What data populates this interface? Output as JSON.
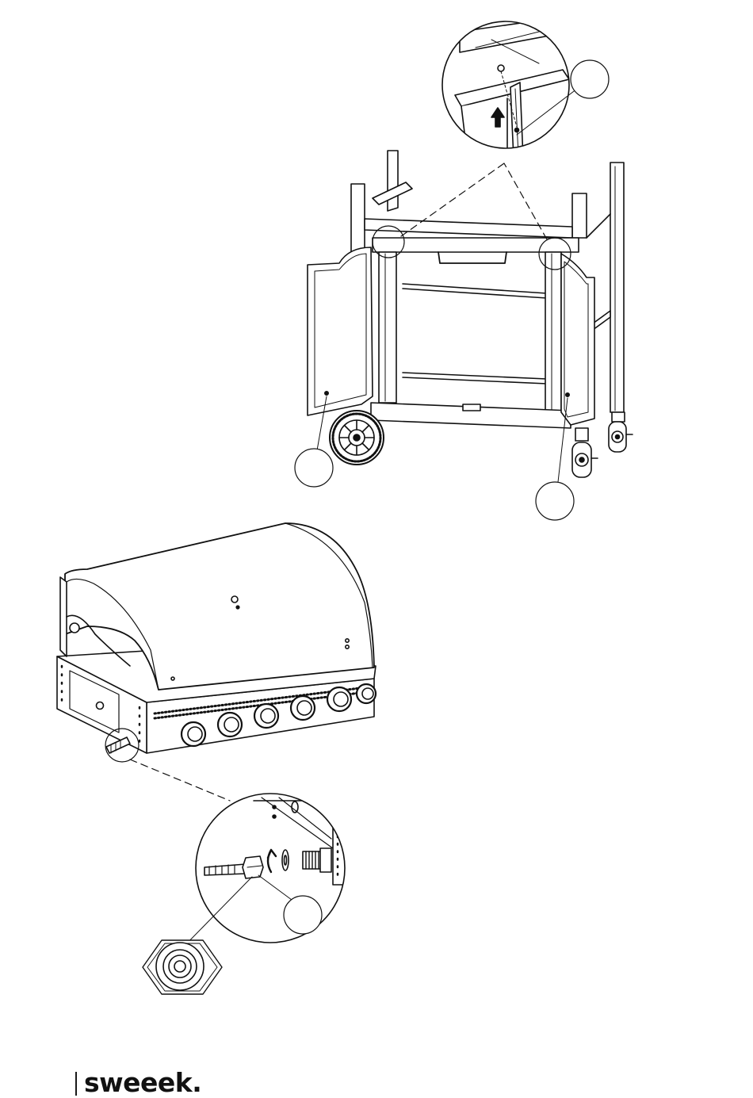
{
  "brand": {
    "name": "sweeek.",
    "color": "#111111"
  },
  "illustration": {
    "line_color": "#111111",
    "fill_color": "#ffffff",
    "shade_color": "#d9d9d9",
    "callouts": [
      {
        "id": "cart-detail-callout",
        "label": ""
      },
      {
        "id": "left-door-callout",
        "label": ""
      },
      {
        "id": "right-door-callout",
        "label": ""
      },
      {
        "id": "gas-fitting-callout",
        "label": ""
      }
    ],
    "step_icons": [
      "arrow-up-icon",
      "rotate-arrow-icon"
    ]
  }
}
